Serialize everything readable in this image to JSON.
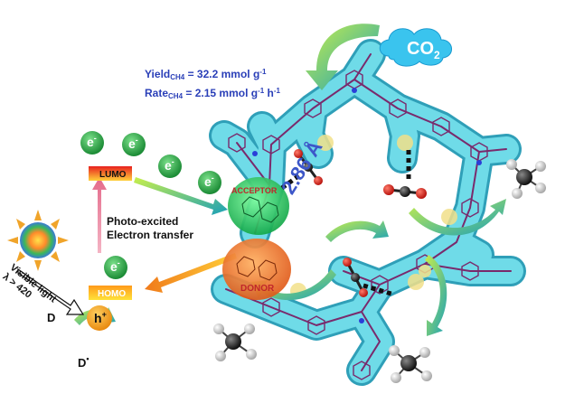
{
  "co2_cloud": {
    "text": "CO",
    "subscript": "2"
  },
  "yield": {
    "label": "Yield",
    "sub": "CH4",
    "value": " = 32.2 mmol g",
    "value_sup": "-1"
  },
  "rate": {
    "label": "Rate",
    "sub": "CH4",
    "value": " = 2.15 mmol g",
    "value_sup": "-1",
    "unit": " h",
    "unit_sup": "-1"
  },
  "energy_levels": {
    "lumo": "LUMO",
    "homo": "HOMO"
  },
  "electron": {
    "symbol": "e",
    "charge": "-"
  },
  "hole": {
    "symbol": "h",
    "charge": "+"
  },
  "photo_text": {
    "line1": "Photo-excited",
    "line2": "Electron transfer"
  },
  "light": {
    "line1": "Visible light",
    "line2": "λ > 420"
  },
  "donor_species": {
    "d": "D",
    "d_ox": "D",
    "d_ox_mark": "•"
  },
  "acceptor_label": "ACCEPTOR",
  "donor_label": "DONOR",
  "distance": "2.86 Å",
  "colors": {
    "framework": "#5fd3e0",
    "framework_stroke": "#2f9fb8",
    "linker": "#7a2a6c",
    "acceptor": "#22c56a",
    "donor": "#f08a2a",
    "electron": "#2aa84a",
    "title": "#2a3fb8"
  }
}
